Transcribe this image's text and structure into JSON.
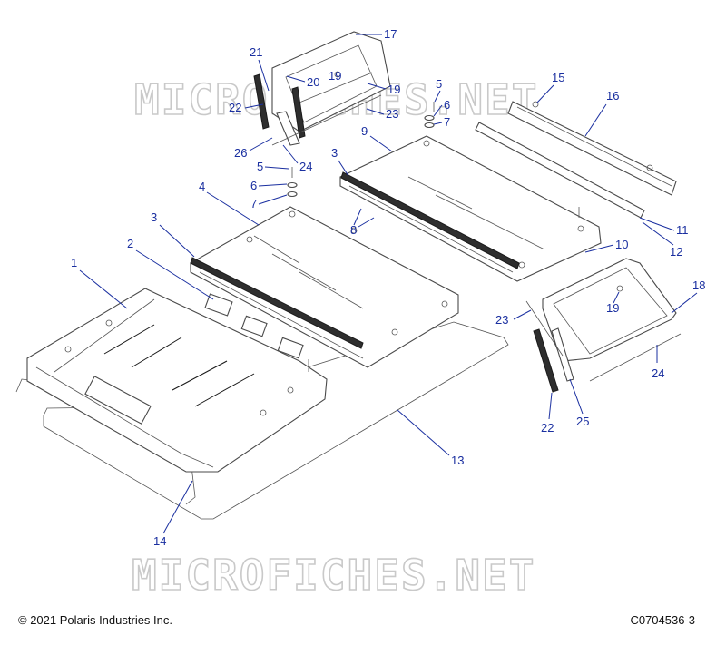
{
  "watermark": "MICROFICHES.NET",
  "copyright": "© 2021 Polaris Industries Inc.",
  "figure_code": "C0704536-3",
  "callout_color": "#1a2fa0",
  "callouts": [
    "21",
    "17",
    "20",
    "19",
    "19",
    "22",
    "23",
    "26",
    "24",
    "15",
    "16",
    "5",
    "6",
    "7",
    "9",
    "3",
    "5",
    "6",
    "7",
    "4",
    "8",
    "3",
    "2",
    "1",
    "10",
    "11",
    "12",
    "18",
    "19",
    "23",
    "24",
    "22",
    "25",
    "13",
    "14"
  ]
}
